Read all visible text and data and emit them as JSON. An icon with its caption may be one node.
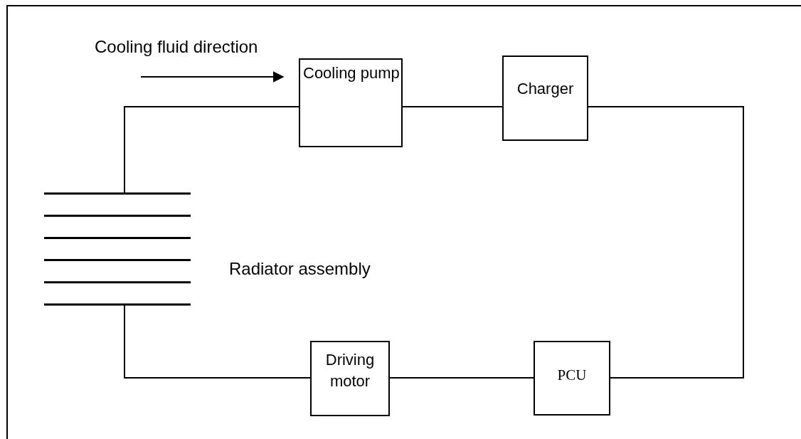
{
  "diagram": {
    "nodes": [
      {
        "text": [
          "Cooling pump"
        ]
      },
      {
        "text": [
          "Charger"
        ]
      },
      {
        "text": [
          "PCU"
        ]
      },
      {
        "text": [
          "Driving motor"
        ]
      },
      {
        "text": [],
        "shape": "picture",
        "beside": [
          "Radiator assembly"
        ]
      }
    ],
    "edges": [
      {
        "from": 4,
        "to": 0,
        "arrow": "none"
      },
      {
        "from": 0,
        "to": 1,
        "arrow": "none"
      },
      {
        "from": 1,
        "to": 2,
        "arrow": "none"
      },
      {
        "from": 2,
        "to": 3,
        "arrow": "none"
      },
      {
        "from": 3,
        "to": 4,
        "arrow": "none"
      }
    ],
    "labels": [
      "Cooling fluid direction"
    ]
  }
}
